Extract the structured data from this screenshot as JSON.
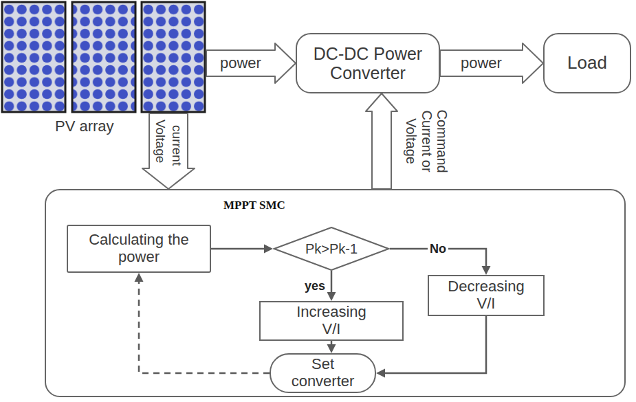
{
  "diagram": {
    "nodes": [
      {
        "text": [
          "PV array"
        ]
      },
      {
        "text": [
          "DC-DC Power Converter"
        ]
      },
      {
        "text": [
          "Load"
        ]
      },
      {
        "text": [
          "MPPT SMC"
        ]
      },
      {
        "text": [
          "Calculating the power"
        ],
        "in": 3
      },
      {
        "text": [
          "Pk>Pk-1"
        ],
        "in": 3
      },
      {
        "text": [
          "Increasing V/I"
        ],
        "in": 3
      },
      {
        "text": [
          "Decreasing V/I"
        ],
        "in": 3
      },
      {
        "text": [
          "Set converter"
        ],
        "in": 3
      }
    ],
    "edges": [
      {
        "from": 0,
        "to": 1,
        "label": "power",
        "arrow": "to"
      },
      {
        "from": 1,
        "to": 2,
        "label": "power",
        "arrow": "to"
      },
      {
        "from": 0,
        "to": 3,
        "label": "Voltage",
        "arrow": "to"
      },
      {
        "from": 3,
        "to": 1,
        "label": "Command Current or Voltage",
        "arrow": "to"
      },
      {
        "from": 4,
        "to": 5,
        "arrow": "to"
      },
      {
        "from": 5,
        "to": 7,
        "label": "No",
        "arrow": "to"
      },
      {
        "from": 5,
        "to": 6,
        "label": "yes",
        "arrow": "to"
      },
      {
        "from": 6,
        "to": 8,
        "arrow": "to"
      },
      {
        "from": 7,
        "to": 8,
        "arrow": "to"
      },
      {
        "from": 8,
        "to": 4,
        "arrow": "to"
      }
    ],
    "labels": [
      "current"
    ]
  }
}
